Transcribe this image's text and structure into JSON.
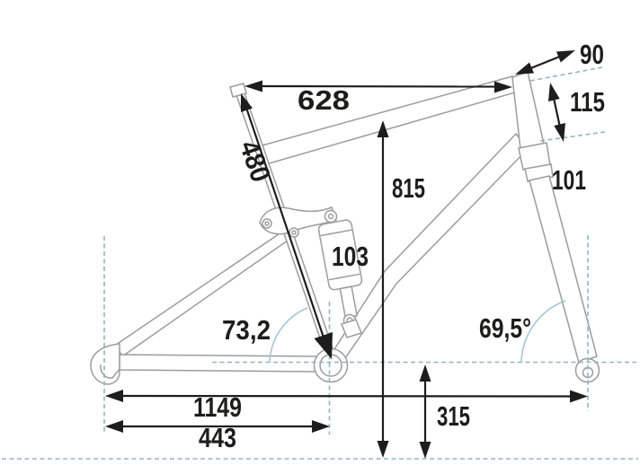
{
  "diagram": {
    "type": "bike-frame-geometry",
    "measurements": {
      "stem": "90",
      "top_tube": "628",
      "head_tube": "115",
      "seat_tube": "480",
      "standover": "815",
      "fork": "101",
      "shock": "103",
      "seat_angle": "73,2",
      "head_angle": "69,5°",
      "wheelbase": "1149",
      "chainstay": "443",
      "bb_height": "315"
    },
    "colors": {
      "dimension": "#1d1d1b",
      "frame_outline": "#9c9c9c",
      "reference_line": "#8fb6c2"
    }
  }
}
